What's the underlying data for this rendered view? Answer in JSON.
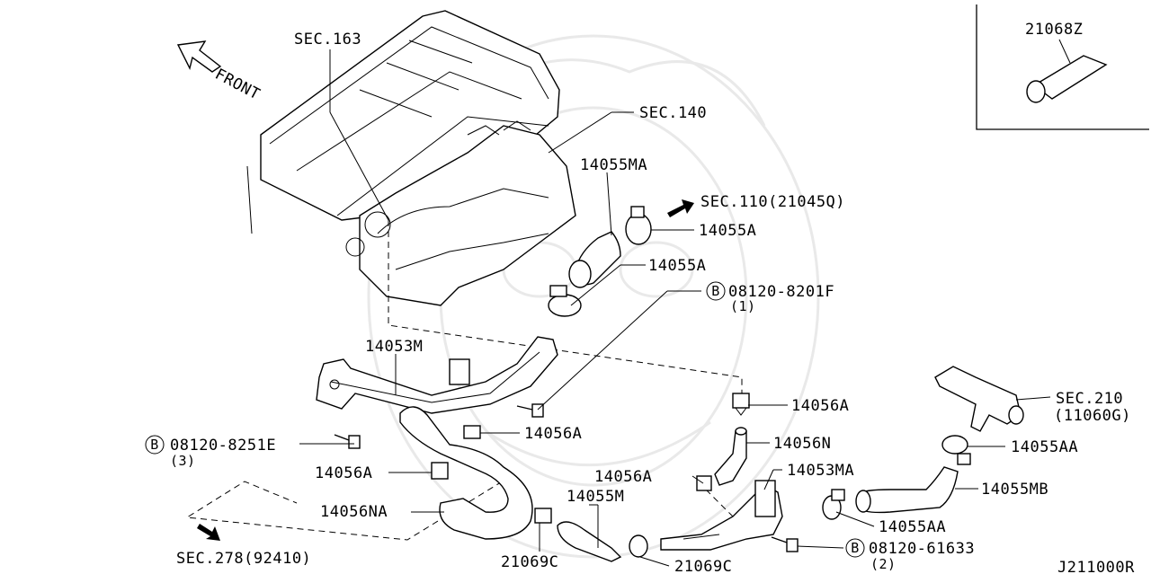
{
  "labels": {
    "sec163": "SEC.163",
    "front": "FRONT",
    "sec140": "SEC.140",
    "p14055MA": "14055MA",
    "sec110": "SEC.110(21045Q)",
    "p14055A_1": "14055A",
    "p14055A_2": "14055A",
    "bolt1": "08120-8201F",
    "bolt1_qty": "(1)",
    "p14053M": "14053M",
    "p14056A_1": "14056A",
    "p14056A_2": "14056A",
    "p14056A_3": "14056A",
    "p14056A_4": "14056A",
    "p14056N": "14056N",
    "bolt2": "08120-8251E",
    "bolt2_qty": "(3)",
    "p14056NA": "14056NA",
    "p14055M": "14055M",
    "p14053MA": "14053MA",
    "sec210": "SEC.210",
    "sec210_ref": "(11060G)",
    "p14055AA_1": "14055AA",
    "p14055AA_2": "14055AA",
    "p14055MB": "14055MB",
    "bolt3": "08120-61633",
    "bolt3_qty": "(2)",
    "p21069C_1": "21069C",
    "p21069C_2": "21069C",
    "sec278": "SEC.278(92410)",
    "p21068Z": "21068Z",
    "diagram_code": "J211000R",
    "bolt_symbol": "B"
  }
}
